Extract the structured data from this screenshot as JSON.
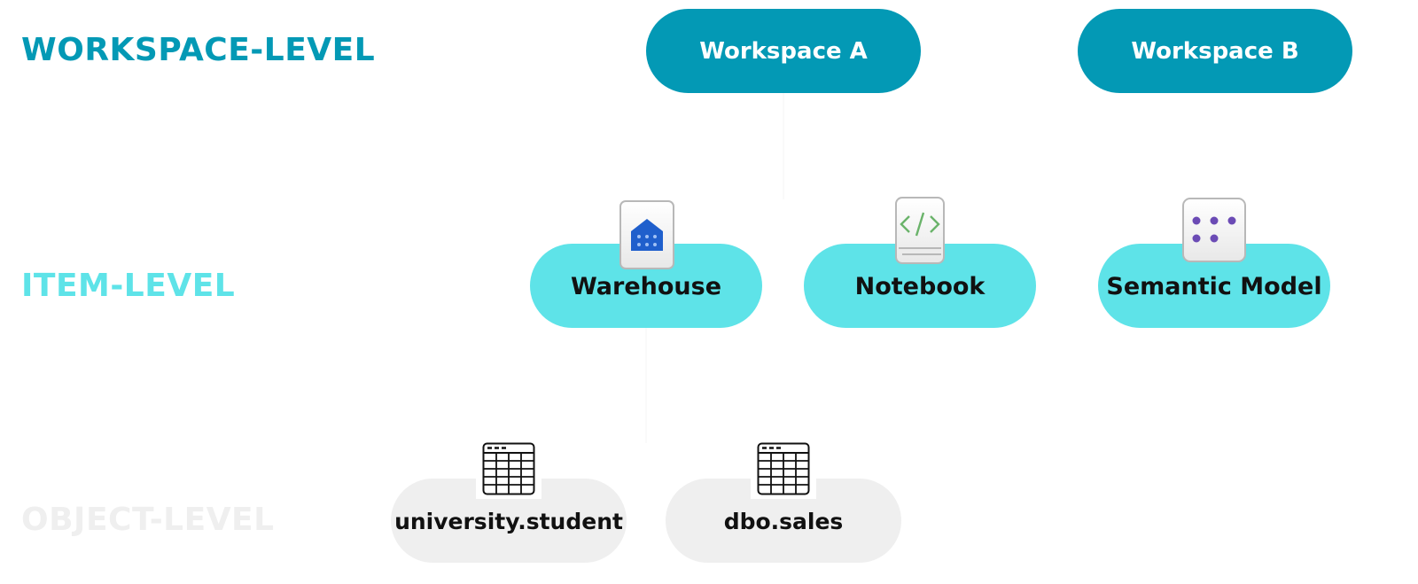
{
  "levels": {
    "workspace": "WORKSPACE-LEVEL",
    "item": "ITEM-LEVEL",
    "object": "OBJECT-LEVEL"
  },
  "workspaces": [
    {
      "label": "Workspace A"
    },
    {
      "label": "Workspace B"
    }
  ],
  "items": [
    {
      "label": "Warehouse",
      "icon": "warehouse-icon"
    },
    {
      "label": "Notebook",
      "icon": "notebook-code-icon"
    },
    {
      "label": "Semantic Model",
      "icon": "semantic-model-icon"
    }
  ],
  "objects": [
    {
      "label": "university.student",
      "icon": "table-icon"
    },
    {
      "label": "dbo.sales",
      "icon": "table-icon"
    }
  ],
  "colors": {
    "workspace": "#0399b5",
    "item": "#5ee3e8",
    "object": "#efefef",
    "warehouse_icon": "#1f5fcc",
    "notebook_icon": "#6ab36a",
    "semantic_icon": "#6b4bb5"
  }
}
